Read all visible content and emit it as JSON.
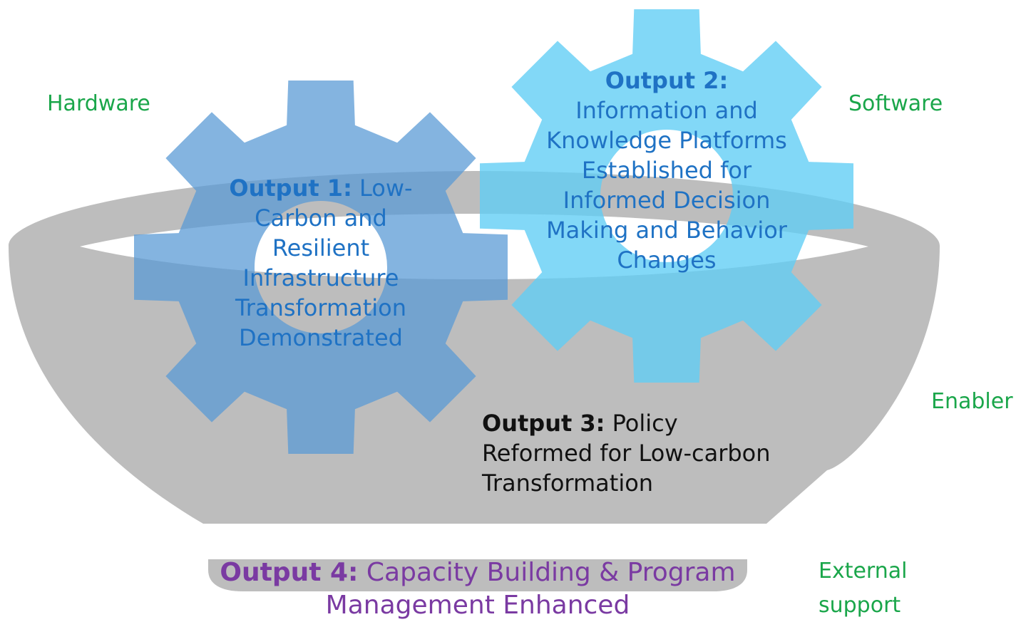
{
  "side_labels": {
    "hardware": "Hardware",
    "software": "Software",
    "enabler": "Enabler",
    "external": "External support"
  },
  "outputs": {
    "output1": {
      "heading": "Output 1:",
      "text": "Low-Carbon and Resilient Infrastructure Transformation Demonstrated"
    },
    "output2": {
      "heading": "Output 2:",
      "text": "Information and Knowledge Platforms Established for Informed Decision Making and Behavior Changes"
    },
    "output3": {
      "heading": "Output 3:",
      "text": "Policy Reformed for Low-carbon Transformation"
    },
    "output4": {
      "heading": "Output 4:",
      "text": "Capacity Building & Program Management Enhanced"
    }
  },
  "colors": {
    "side_label": "#1aa64a",
    "gear_left": "#5b9bd5",
    "gear_right": "#5fcdf5",
    "bowl": "#bdbdbd",
    "output_blue": "#1f72c4",
    "output3": "#111111",
    "output4": "#7a3aa2"
  }
}
